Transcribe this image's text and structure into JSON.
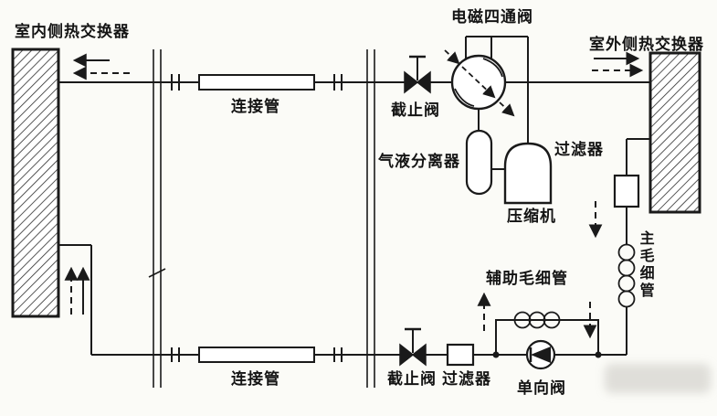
{
  "colors": {
    "line": "#1a1a1a",
    "background": "#fbfbf7",
    "component_fill": "#ffffff"
  },
  "labels": {
    "indoor_hx": "室内侧热交换器",
    "outdoor_hx": "室外侧热交换器",
    "four_way_valve": "电磁四通阀",
    "connecting_pipe_top": "连接管",
    "connecting_pipe_bottom": "连接管",
    "stop_valve_top": "截止阀",
    "stop_valve_bottom": "截止阀",
    "gas_liquid_separator": "气液分离器",
    "compressor": "压缩机",
    "filter_right": "过滤器",
    "filter_bottom": "过滤器",
    "check_valve": "单向阀",
    "aux_capillary": "辅助毛细管",
    "main_capillary": "主毛细管"
  }
}
